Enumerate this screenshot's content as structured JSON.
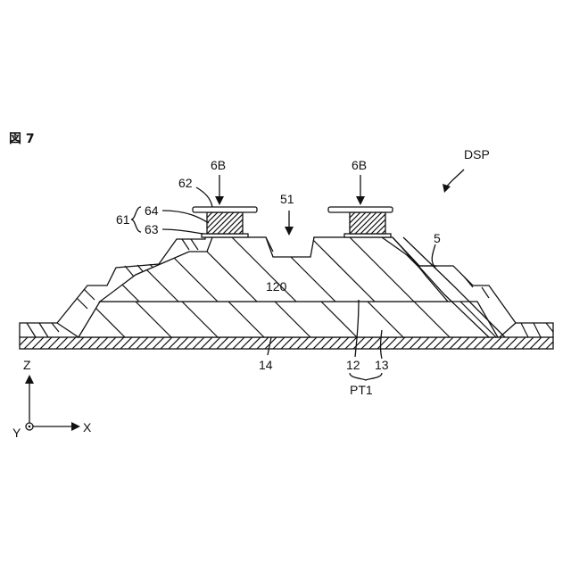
{
  "figure_label": "図 7",
  "labels": {
    "dsp": "DSP",
    "bump_left": "6B",
    "bump_right": "6B",
    "l62": "62",
    "l61": "61",
    "l64": "64",
    "l63": "63",
    "l51": "51",
    "l5": "5",
    "l120": "120",
    "l14": "14",
    "l12": "12",
    "l13": "13",
    "pt1": "PT1"
  },
  "axes": {
    "z": "Z",
    "y": "Y",
    "x": "X"
  }
}
